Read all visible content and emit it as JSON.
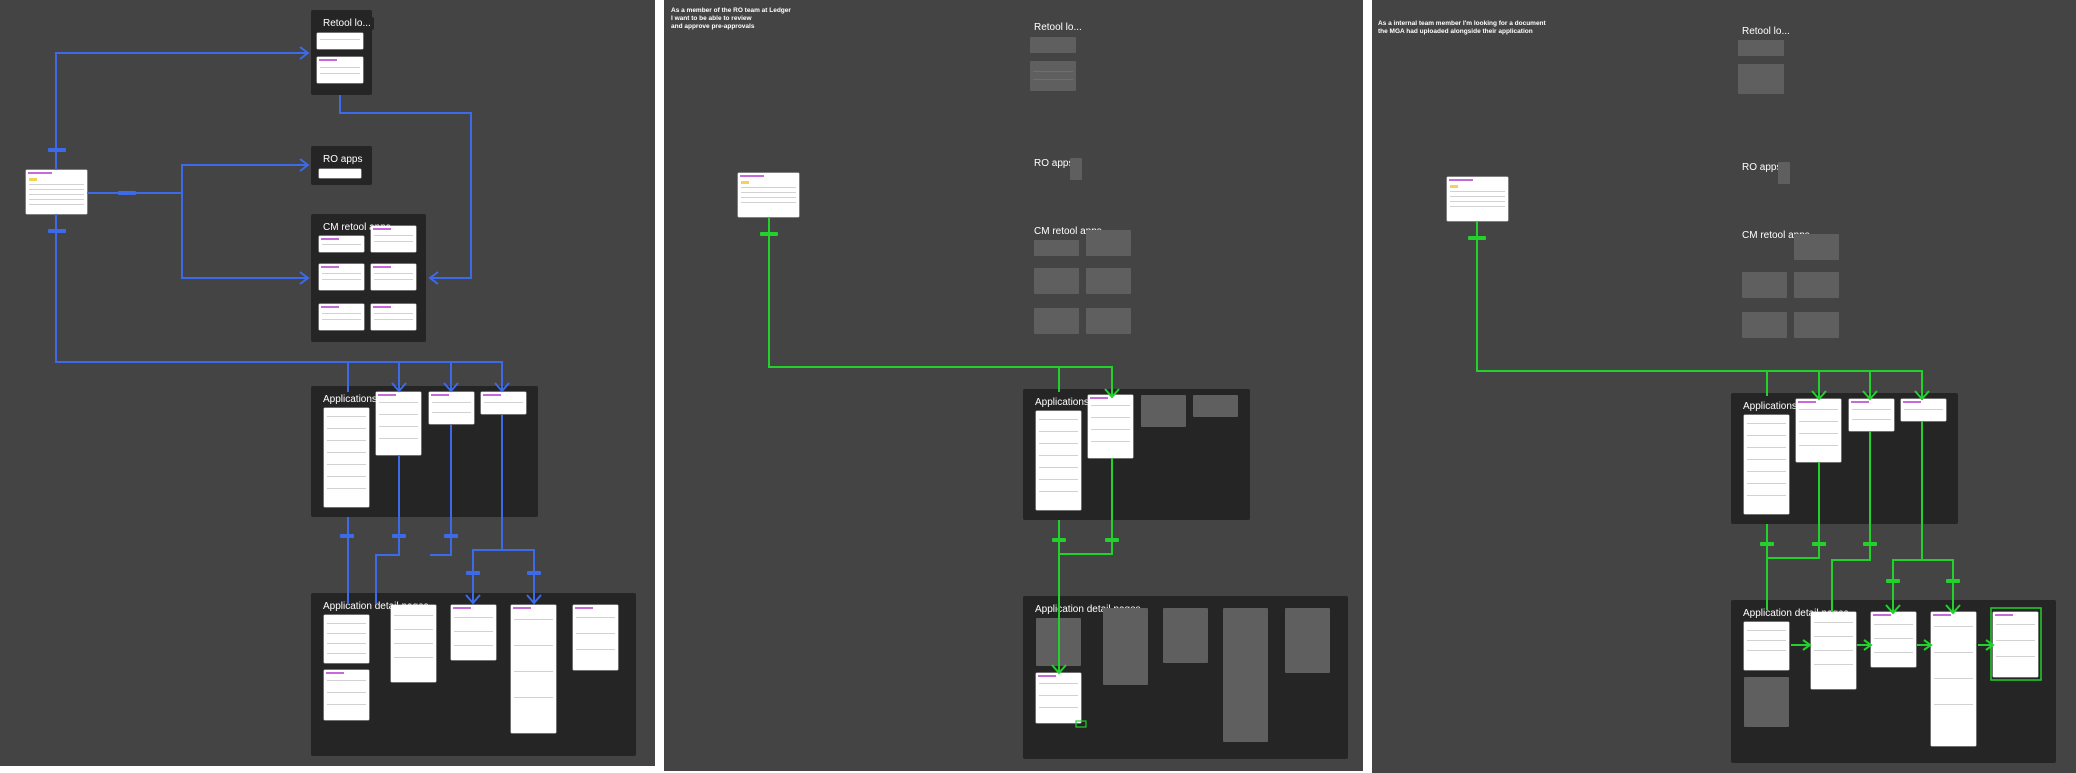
{
  "colors": {
    "canvas": "#444444",
    "group": "#252525",
    "blue_connector": "#3d6ae8",
    "green_connector": "#22d12c",
    "tag": "#c76ad9"
  },
  "boards": [
    {
      "heading": "",
      "connector_color": "blue",
      "groups": {
        "retool_login": "Retool lo...",
        "ro_apps": "RO apps",
        "cm_retool_apps": "CM retool apps",
        "applications": "Applications",
        "application_detail_pages": "Application detail pages"
      }
    },
    {
      "heading": "As a member of the RO team at Ledger\nI want to be able to review\nand approve pre-approvals",
      "connector_color": "green",
      "groups": {
        "retool_login": "Retool lo...",
        "ro_apps": "RO apps",
        "cm_retool_apps": "CM retool apps",
        "applications": "Applications",
        "application_detail_pages": "Application detail pages"
      }
    },
    {
      "heading": "As a internal team member I'm looking for a document\nthe MGA had uploaded alongside their application",
      "connector_color": "green",
      "groups": {
        "retool_login": "Retool lo...",
        "ro_apps": "RO apps",
        "cm_retool_apps": "CM retool apps",
        "applications": "Applications",
        "application_detail_pages": "Application detail pages"
      }
    }
  ]
}
